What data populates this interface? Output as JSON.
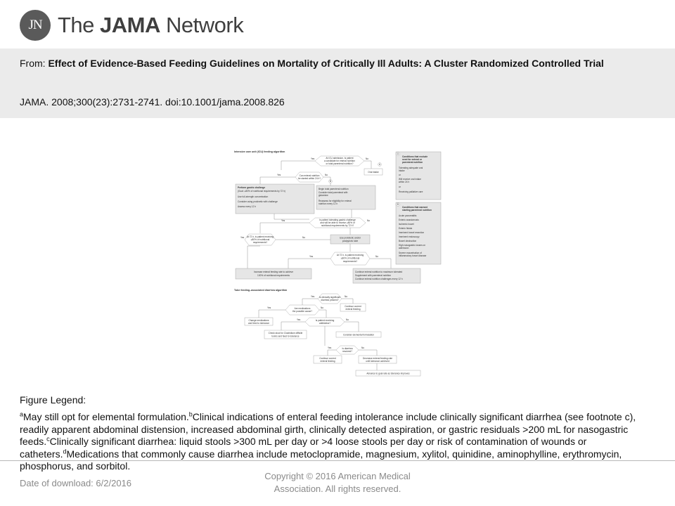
{
  "header": {
    "logo_badge": "JN",
    "logo_prefix": "The",
    "logo_bold": "JAMA",
    "logo_suffix": "Network"
  },
  "citation": {
    "from_label": "From:",
    "title": "Effect of Evidence-Based Feeding Guidelines on Mortality of Critically Ill Adults:  A Cluster Randomized Controlled Trial",
    "journal_ref": "JAMA. 2008;300(23):2731-2741. doi:10.1001/jama.2008.826"
  },
  "figure": {
    "icu_title": "Intensive care unit (ICU) feeding algorithm",
    "q1": [
      "At ICU admission, is patient",
      "a candidate for enteral nutrition",
      "or total parenteral nutrition?"
    ],
    "oral_intake": "Oral intake",
    "q2": [
      "Can enteral nutrition",
      "be started within 24 h?"
    ],
    "gastric": [
      "Perform gastric challenge",
      "(Goal: ≥80% of nutritional requirements by 72 h)",
      "Use full-strength concentration",
      "Consider using prokinetic with challenge",
      "Assess every 12 h"
    ],
    "tpn": [
      "Begin total parenteral nutrition",
      "Consider total parenteral with",
      "glutamine",
      "Reassess for eligibility for enteral",
      "nutrition every 12 h"
    ],
    "q3": [
      "Is patient tolerating gastric challenge",
      "and will be able to receive ≥80% of",
      "nutritional requirements by 72 h?"
    ],
    "q4": [
      "At 72 h, is patient receiving",
      "≥80% of nutritional",
      "requirements?"
    ],
    "prokinetic": [
      "Use prokinetic and/or",
      "postpyloric tube"
    ],
    "q5": [
      "At 72 h, is patient receiving",
      "≥80% of nutritional",
      "requirements?"
    ],
    "increase": [
      "Increase enteral feeding rate to achieve",
      "100% of nutritional requirements"
    ],
    "continue_max": [
      "Continue enteral nutrition to maximum tolerated",
      "Supplement with parenteral nutrition",
      "Continue enteral nutrition challenges every 12 h"
    ],
    "cond_a_title": [
      "Conditions that exclude",
      "need for enteral or",
      "parenteral nutrition"
    ],
    "cond_a_items": [
      "Tolerating adequate oral",
      "intake",
      "or",
      "Will receive oral intake",
      "within 24 h",
      "or",
      "Receiving palliative care"
    ],
    "cond_b_title": [
      "Conditions that warrant",
      "starting parenteral nutrition"
    ],
    "cond_b_items": [
      "Acute pancreatitis",
      "Enteric anastomosis",
      "Ischemic bowel",
      "Enteric fistula",
      "Imminent bowel resection",
      "Imminent endoscopy",
      "Bowel obstruction",
      "High nasogastric losses on",
      "admission",
      "Severe exacerbation of",
      "inflammatory bowel disease"
    ],
    "diarrhea_title": "Tube feeding–associated diarrhea algorithm",
    "d1": [
      "Is clinically significant",
      "diarrhea present?"
    ],
    "d_continue": [
      "Continue current",
      "enteral feeding"
    ],
    "d2": [
      "Are medications",
      "the possible cause?"
    ],
    "d_change": [
      "Change medications",
      "and feed to tolerance"
    ],
    "d3": [
      "Is patient receiving",
      "antibiotics?"
    ],
    "d_stool": [
      "Check stool for Clostridium difficile",
      "toxins and feed to tolerance"
    ],
    "d_elemental": "Consider elemental formulation",
    "d4": [
      "Is diarrhea",
      "resolved?"
    ],
    "d_continue2": [
      "Continue current",
      "enteral feeding"
    ],
    "d_decrease": [
      "Decrease enteral feeding rate",
      "until tolerance achieved"
    ],
    "d_advance": "Advance to goal rate as tolerance improves",
    "yes": "Yes",
    "no": "No",
    "mark_a": "A",
    "mark_b": "B"
  },
  "legend": {
    "heading": "Figure Legend:",
    "sup_a": "a",
    "text_a": "May still opt for elemental formulation.",
    "sup_b": "b",
    "text_b": "Clinical indications of enteral feeding intolerance include clinically significant diarrhea (see footnote c), readily apparent abdominal distension, increased abdominal girth, clinically detected aspiration, or gastric residuals >200 mL for nasogastric feeds.",
    "sup_c": "c",
    "text_c": "Clinically significant diarrhea: liquid stools >300 mL per day or >4 loose stools per day or risk of contamination of wounds or catheters.",
    "sup_d": "d",
    "text_d": "Medications that commonly cause diarrhea include metoclopramide, magnesium, xylitol, quinidine, aminophylline, erythromycin, phosphorus, and sorbitol."
  },
  "footer": {
    "download": "Date of download:  6/2/2016",
    "copyright": "Copyright © 2016 American Medical Association. All rights reserved."
  }
}
